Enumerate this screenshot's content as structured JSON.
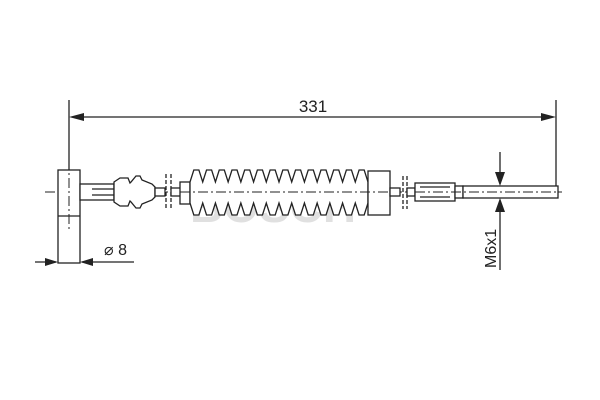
{
  "drawing": {
    "length_dimension": "331",
    "diameter_dimension": "⌀ 8",
    "thread_dimension": "M6x1",
    "watermark": "BOSCH",
    "line_color": "#222222"
  }
}
